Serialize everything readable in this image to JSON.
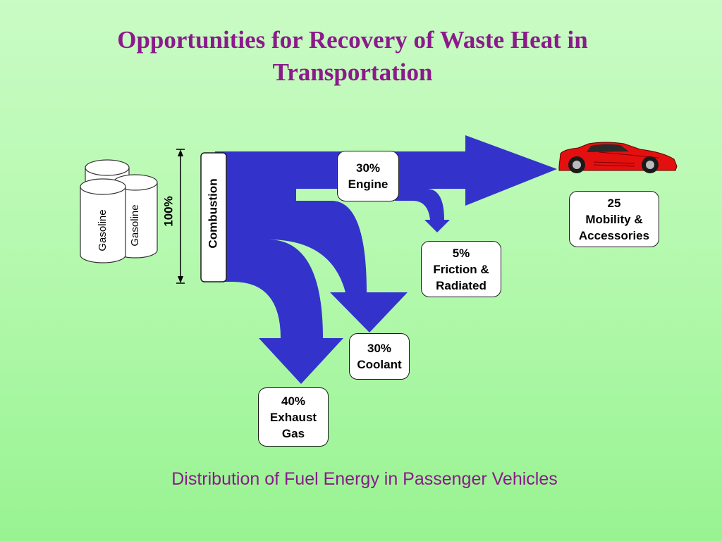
{
  "title": {
    "line1": "Opportunities for Recovery of Waste Heat in",
    "line2": "Transportation"
  },
  "caption": "Distribution of Fuel Energy in Passenger Vehicles",
  "input_label": "100%",
  "combustion_label": "Combustion",
  "gasoline_labels": [
    "Gasoline",
    "Gasoline"
  ],
  "boxes": {
    "engine": [
      "30%",
      "Engine"
    ],
    "mobility": [
      "25",
      "Mobility &",
      "Accessories"
    ],
    "friction": [
      "5%",
      "Friction &",
      "Radiated"
    ],
    "coolant": [
      "30%",
      "Coolant"
    ],
    "exhaust": [
      "40%",
      "Exhaust",
      "Gas"
    ]
  },
  "colors": {
    "flow": "#3333cc",
    "title": "#8b1a8b",
    "car": "#e41010"
  },
  "icons": [
    "gasoline-can-icon",
    "car-icon"
  ]
}
